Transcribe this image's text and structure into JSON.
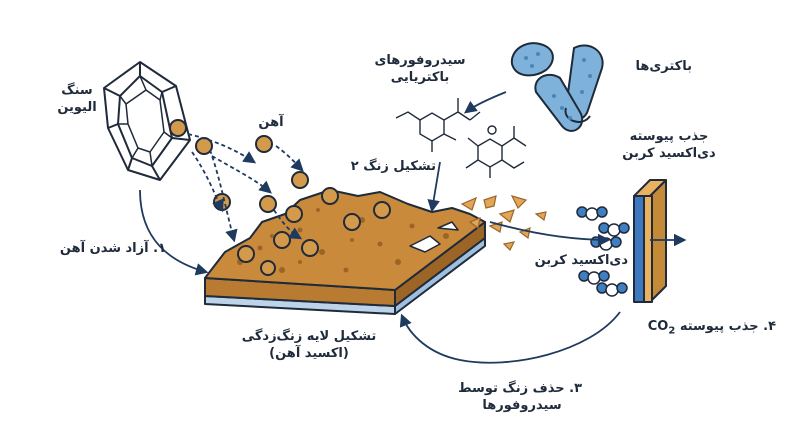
{
  "labels": {
    "olivine_rock": [
      "سنگ",
      "الیوین"
    ],
    "iron": "آهن",
    "step1": "۱. آزاد شدن آهن",
    "siderophores": [
      "سیدروفورهای",
      "باکتریایی"
    ],
    "bacteria": "باکتری‌ها",
    "rust_formation2": "تشکیل زنگ ۲",
    "continuous_absorb": [
      "جذب پیوسته",
      "دی‌اکسید کربن"
    ],
    "co2": "دی‌اکسید کربن",
    "rust_layer": [
      "تشکیل لایه زنگ‌زدگی",
      "(اکسید آهن)"
    ],
    "step4_prefix": "۴. جذب پیوسته",
    "step4_chem": "CO",
    "step4_sub": "2",
    "step3": [
      "۳. حذف زنگ توسط",
      "سیدروفورها"
    ]
  },
  "colors": {
    "outline": "#1f2a3a",
    "arrow": "#1f3a5f",
    "rust": "#c98a3c",
    "rust_dark": "#9c6526",
    "rust_light": "#e0a65a",
    "slab_blue": "#bcd3ea",
    "iron_ball": "#d49a4c",
    "bacteria": "#7fb2db",
    "bacteria_dark": "#4a86b9",
    "co2_blue": "#3f7fc1",
    "membrane_blue": "#3e78bf",
    "membrane_orange": "#e9b160",
    "crystal": "#ffffff"
  }
}
